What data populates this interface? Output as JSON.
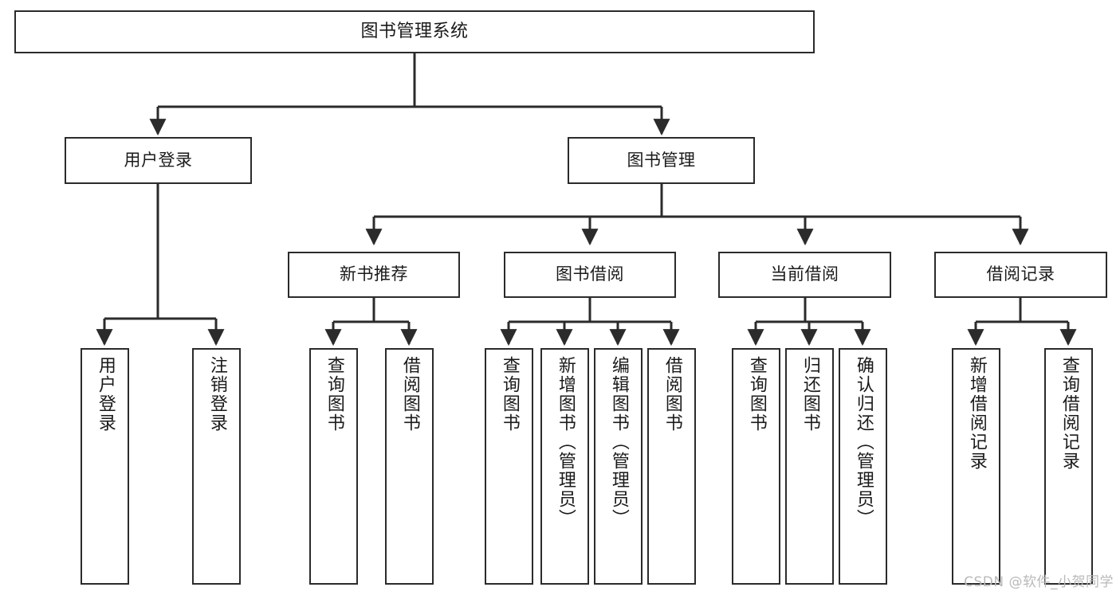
{
  "diagram": {
    "title": "图书管理系统",
    "type": "hierarchy-tree",
    "levels": 4,
    "colors": {
      "box_border": "#2b2b2b",
      "box_fill": "#ffffff",
      "edge": "#2b2b2b",
      "text": "#1a1a1a",
      "watermark": "#b9b9b9",
      "background": "#ffffff"
    }
  },
  "root": {
    "label": "图书管理系统"
  },
  "level2": [
    {
      "label": "用户登录"
    },
    {
      "label": "图书管理"
    }
  ],
  "level3": [
    {
      "label": "新书推荐"
    },
    {
      "label": "图书借阅"
    },
    {
      "label": "当前借阅"
    },
    {
      "label": "借阅记录"
    }
  ],
  "leaves": {
    "user_login": [
      {
        "label": "用户登录"
      },
      {
        "label": "注销登录"
      }
    ],
    "new_book_recommend": [
      {
        "label": "查询图书"
      },
      {
        "label": "借阅图书"
      }
    ],
    "book_borrow": [
      {
        "label": "查询图书"
      },
      {
        "label": "新增图书（管理员）"
      },
      {
        "label": "编辑图书（管理员）"
      },
      {
        "label": "借阅图书"
      }
    ],
    "current_borrow": [
      {
        "label": "查询图书"
      },
      {
        "label": "归还图书"
      },
      {
        "label": "确认归还（管理员）"
      }
    ],
    "borrow_record": [
      {
        "label": "新增借阅记录"
      },
      {
        "label": "查询借阅记录"
      }
    ]
  },
  "watermark": {
    "text": "CSDN @软件_小贺同学"
  }
}
